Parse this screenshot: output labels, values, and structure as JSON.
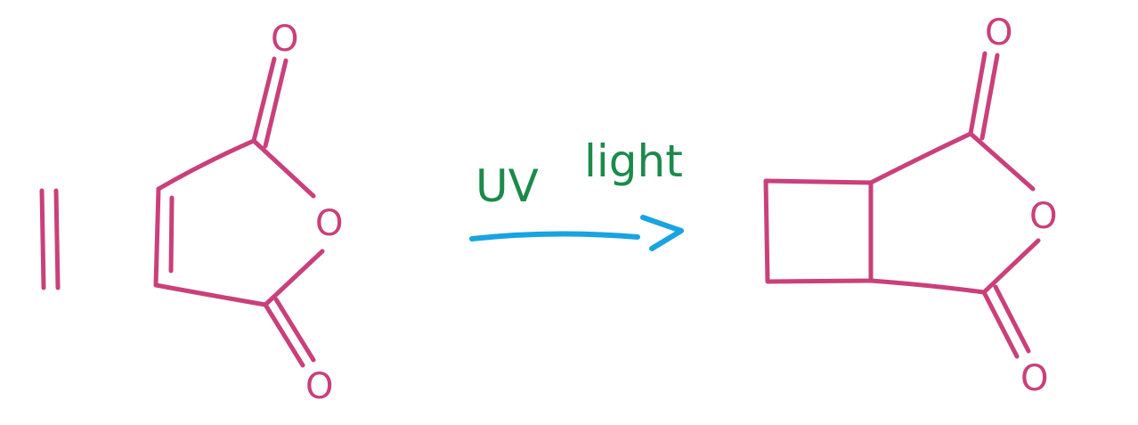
{
  "colors": {
    "structure": "#c9407a",
    "reagent_text": "#1b8a4a",
    "arrow": "#19a3e0",
    "background": "#ffffff"
  },
  "reactants": {
    "ethylene": {
      "bond_order": 2
    },
    "maleic_anhydride": {
      "top_oxygen": "O",
      "ring_oxygen": "O",
      "bottom_oxygen": "O"
    }
  },
  "reaction_arrow": {
    "condition_part1": "UV",
    "condition_part2": "light"
  },
  "product": {
    "top_oxygen": "O",
    "ring_oxygen": "O",
    "bottom_oxygen": "O"
  }
}
